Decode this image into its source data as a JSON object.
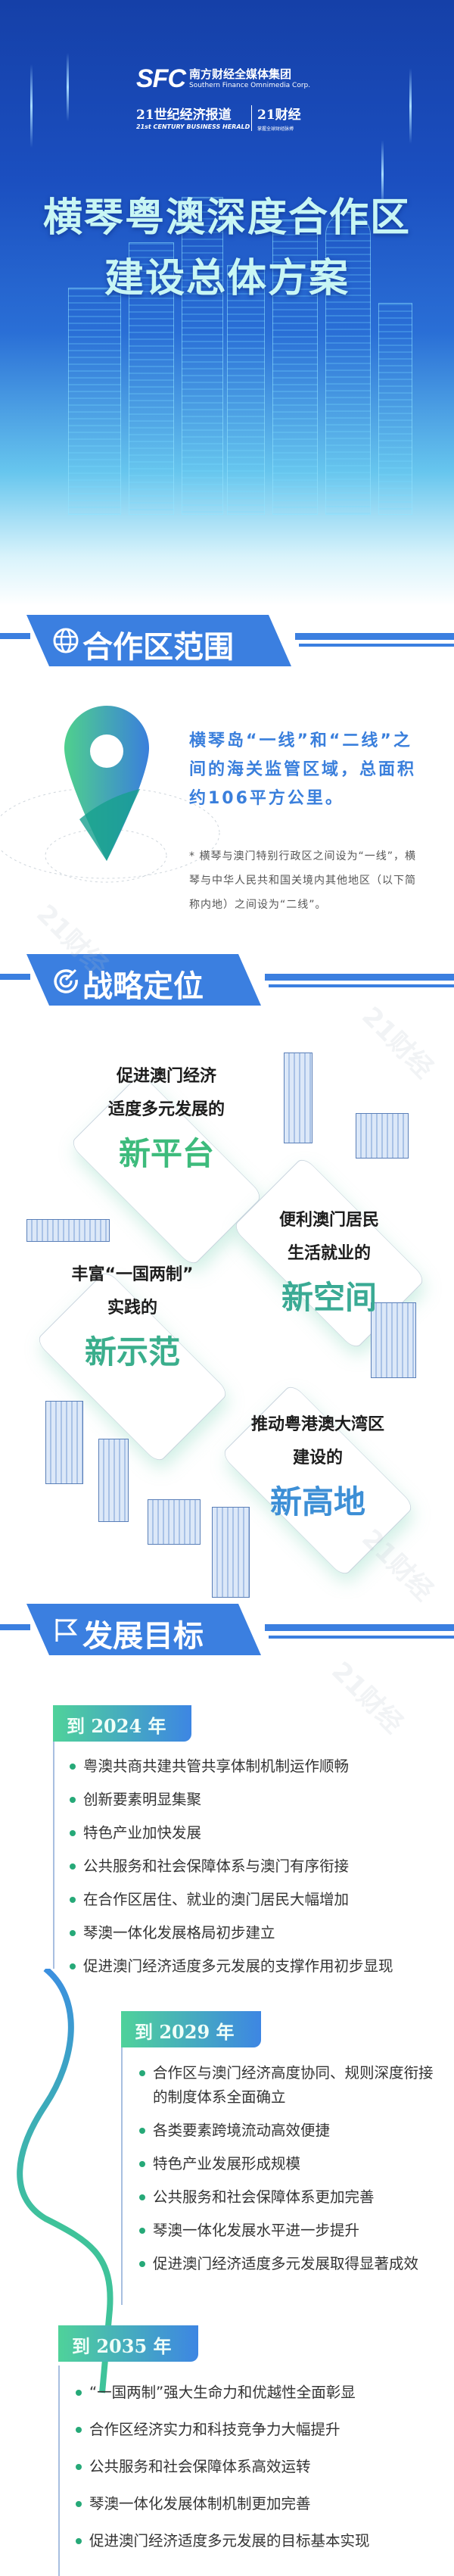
{
  "header": {
    "logo_sfc": "SFC",
    "group_name_cn": "南方财经全媒体集团",
    "group_name_en": "Southern Finance Omnimedia Corp.",
    "paper_cn": "21世纪经济报道",
    "paper_en": "21st CENTURY BUSINESS HERALD",
    "brand2": "21财经",
    "brand2_slogan": "掌握全球财经脉搏",
    "title_line1": "横琴粤澳深度合作区",
    "title_line2": "建设总体方案"
  },
  "scope": {
    "heading": "合作区范围",
    "icon": "globe-icon",
    "main_text": "横琴岛“一线”和“二线”之间的海关监管区域，总面积约106平方公里。",
    "note": "* 横琴与澳门特别行政区之间设为“一线”，横琴与中华人民共和国关境内其他地区（以下简称内地）之间设为“二线”。"
  },
  "positioning": {
    "heading": "战略定位",
    "icon": "target-icon",
    "items": [
      {
        "lines": [
          "促进澳门经济",
          "适度多元发展的"
        ],
        "highlight": "新平台",
        "color": "#3dbb7c"
      },
      {
        "lines": [
          "便利澳门居民",
          "生活就业的"
        ],
        "highlight": "新空间",
        "color": "#3aaa94"
      },
      {
        "lines": [
          "丰富“一国两制”",
          "实践的"
        ],
        "highlight": "新示范",
        "color": "#3aae8c"
      },
      {
        "lines": [
          "推动粤港澳大湾区",
          "建设的"
        ],
        "highlight": "新高地",
        "color": "#3d8fd6"
      }
    ]
  },
  "goals": {
    "heading": "发展目标",
    "icon": "flag-icon",
    "periods": [
      {
        "label": "到 2024 年",
        "items": [
          "粤澳共商共建共管共享体制机制运作顺畅",
          "创新要素明显集聚",
          "特色产业加快发展",
          "公共服务和社会保障体系与澳门有序衔接",
          "在合作区居住、就业的澳门居民大幅增加",
          "琴澳一体化发展格局初步建立",
          "促进澳门经济适度多元发展的支撑作用初步显现"
        ]
      },
      {
        "label": "到 2029 年",
        "items": [
          "合作区与澳门经济高度协同、规则深度衔接的制度体系全面确立",
          "各类要素跨境流动高效便捷",
          "特色产业发展形成规模",
          "公共服务和社会保障体系更加完善",
          "琴澳一体化发展水平进一步提升",
          "促进澳门经济适度多元发展取得显著成效"
        ]
      },
      {
        "label": "到 2035 年",
        "items": [
          "“一国两制”强大生命力和优越性全面彰显",
          "合作区经济实力和科技竞争力大幅提升",
          "公共服务和社会保障体系高效运转",
          "琴澳一体化发展体制机制更加完善",
          "促进澳门经济适度多元发展的目标基本实现"
        ]
      }
    ]
  },
  "watermark": "21财经",
  "colors": {
    "banner": "#3b7fe0",
    "green": "#3dbb7c",
    "hero_top": "#1540a8"
  }
}
